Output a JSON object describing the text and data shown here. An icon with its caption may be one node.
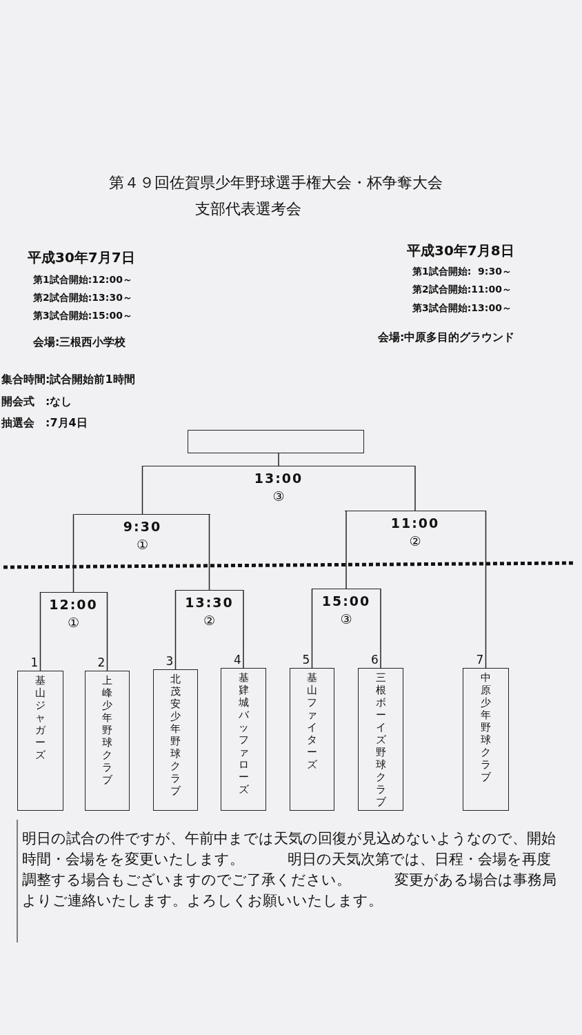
{
  "diagram": {
    "title": "第４９回佐賀県少年野球選手権大会・杯争奪大会",
    "nodes": [
      {
        "text": [],
        "shape": "box"
      },
      {
        "text": [
          "13:00",
          "③"
        ]
      },
      {
        "text": [
          "9:30",
          "①"
        ]
      },
      {
        "text": [
          "11:00",
          "②"
        ]
      },
      {
        "text": [
          "12:00",
          "①"
        ]
      },
      {
        "text": [
          "13:30",
          "②"
        ]
      },
      {
        "text": [
          "15:00",
          "③"
        ]
      },
      {
        "text": [
          "基山ジャガーズ"
        ],
        "beside": [
          "1"
        ]
      },
      {
        "text": [
          "上峰少年野球クラブ"
        ],
        "beside": [
          "2"
        ]
      },
      {
        "text": [
          "北茂安少年野球クラブ"
        ],
        "beside": [
          "3"
        ]
      },
      {
        "text": [
          "基肄城バッファローズ"
        ],
        "beside": [
          "4"
        ]
      },
      {
        "text": [
          "基山ファイターズ"
        ],
        "beside": [
          "5"
        ]
      },
      {
        "text": [
          "三根ボーイズ野球クラブ"
        ],
        "beside": [
          "6"
        ]
      },
      {
        "text": [
          "中原少年野球クラブ"
        ],
        "beside": [
          "7"
        ]
      }
    ],
    "edges": [
      {
        "from": 7,
        "to": 4,
        "arrow": "none"
      },
      {
        "from": 8,
        "to": 4,
        "arrow": "none"
      },
      {
        "from": 9,
        "to": 5,
        "arrow": "none"
      },
      {
        "from": 10,
        "to": 5,
        "arrow": "none"
      },
      {
        "from": 11,
        "to": 6,
        "arrow": "none"
      },
      {
        "from": 12,
        "to": 6,
        "arrow": "none"
      },
      {
        "from": 4,
        "to": 2,
        "arrow": "none"
      },
      {
        "from": 5,
        "to": 2,
        "arrow": "none"
      },
      {
        "from": 6,
        "to": 3,
        "arrow": "none"
      },
      {
        "from": 13,
        "to": 3,
        "arrow": "none"
      },
      {
        "from": 2,
        "to": 1,
        "arrow": "none"
      },
      {
        "from": 3,
        "to": 1,
        "arrow": "none"
      },
      {
        "from": 1,
        "to": 0,
        "arrow": "none"
      }
    ],
    "labels": [
      "支部代表選考会",
      "平成30年7月7日",
      "第1試合開始:12:00～",
      "第2試合開始:13:30～",
      "第3試合開始:15:00～",
      "会場:三根西小学校",
      "平成30年7月8日",
      "第1試合開始:  9:30～",
      "第2試合開始:11:00～",
      "第3試合開始:13:00～",
      "会場:中原多目的グラウンド",
      "集合時間:試合開始前1時間",
      "開会式　:なし",
      "抽選会　:7月4日",
      "明日の試合の件ですが、午前中までは天気の回復が見込めないようなので、開始時間・会場をを変更いたします。　　　明日の天気次第では、日程・会場を再度調整する場合もございますのでご了承ください。　　　変更がある場合は事務局よりご連絡いたします。よろしくお願いいたします。"
    ]
  }
}
